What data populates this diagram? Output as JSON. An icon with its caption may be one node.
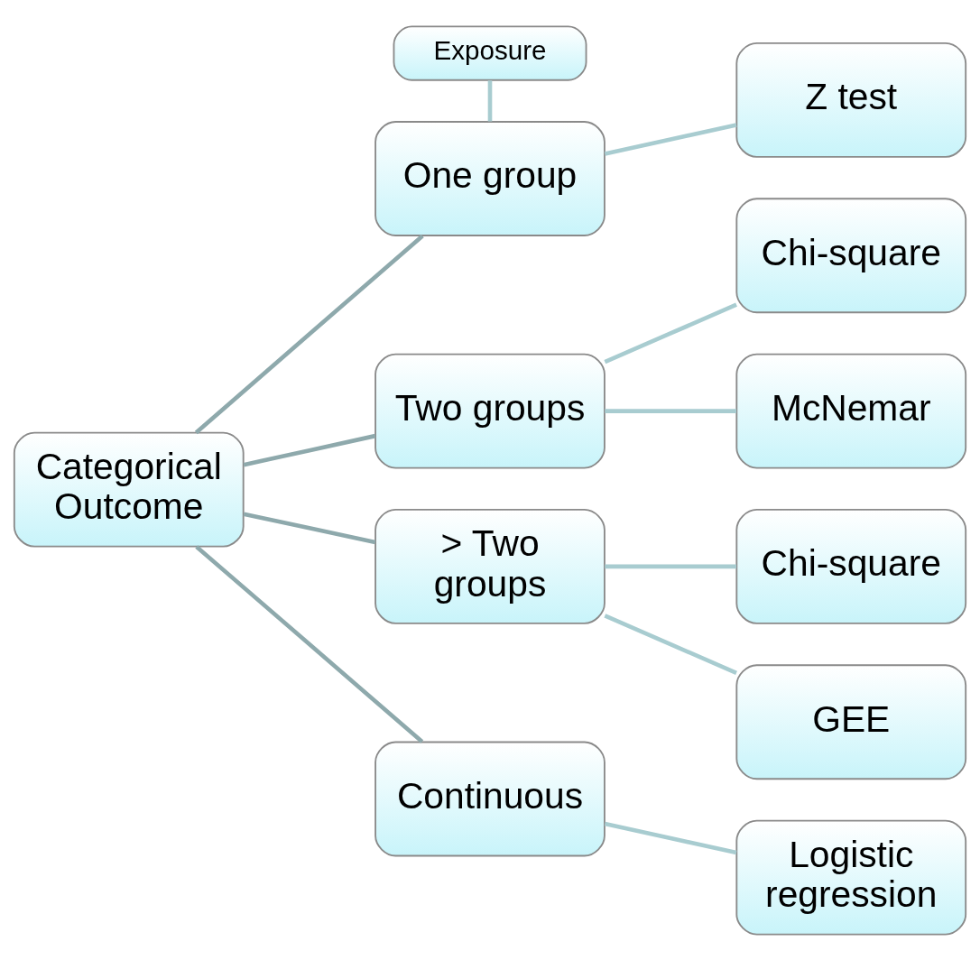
{
  "diagram": {
    "nodes": [
      {
        "text": [
          "Exposure"
        ]
      },
      {
        "text": [
          "Categorical Outcome"
        ]
      },
      {
        "text": [
          "One group"
        ]
      },
      {
        "text": [
          "Two groups"
        ]
      },
      {
        "text": [
          "> Two groups"
        ]
      },
      {
        "text": [
          "Continuous"
        ]
      },
      {
        "text": [
          "Z test"
        ]
      },
      {
        "text": [
          "Chi-square"
        ]
      },
      {
        "text": [
          "McNemar"
        ]
      },
      {
        "text": [
          "Chi-square"
        ]
      },
      {
        "text": [
          "GEE"
        ]
      },
      {
        "text": [
          "Logistic regression"
        ]
      }
    ],
    "edges": [
      {
        "from": 0,
        "to": 2,
        "arrow": "none"
      },
      {
        "from": 1,
        "to": 2,
        "arrow": "none",
        "color": "#8ea9ac"
      },
      {
        "from": 1,
        "to": 3,
        "arrow": "none",
        "color": "#8ea9ac"
      },
      {
        "from": 1,
        "to": 4,
        "arrow": "none",
        "color": "#8ea9ac"
      },
      {
        "from": 1,
        "to": 5,
        "arrow": "none",
        "color": "#8ea9ac"
      },
      {
        "from": 2,
        "to": 6,
        "arrow": "none"
      },
      {
        "from": 3,
        "to": 7,
        "arrow": "none"
      },
      {
        "from": 3,
        "to": 8,
        "arrow": "none"
      },
      {
        "from": 4,
        "to": 9,
        "arrow": "none"
      },
      {
        "from": 4,
        "to": 10,
        "arrow": "none"
      },
      {
        "from": 5,
        "to": 11,
        "arrow": "none"
      }
    ]
  }
}
